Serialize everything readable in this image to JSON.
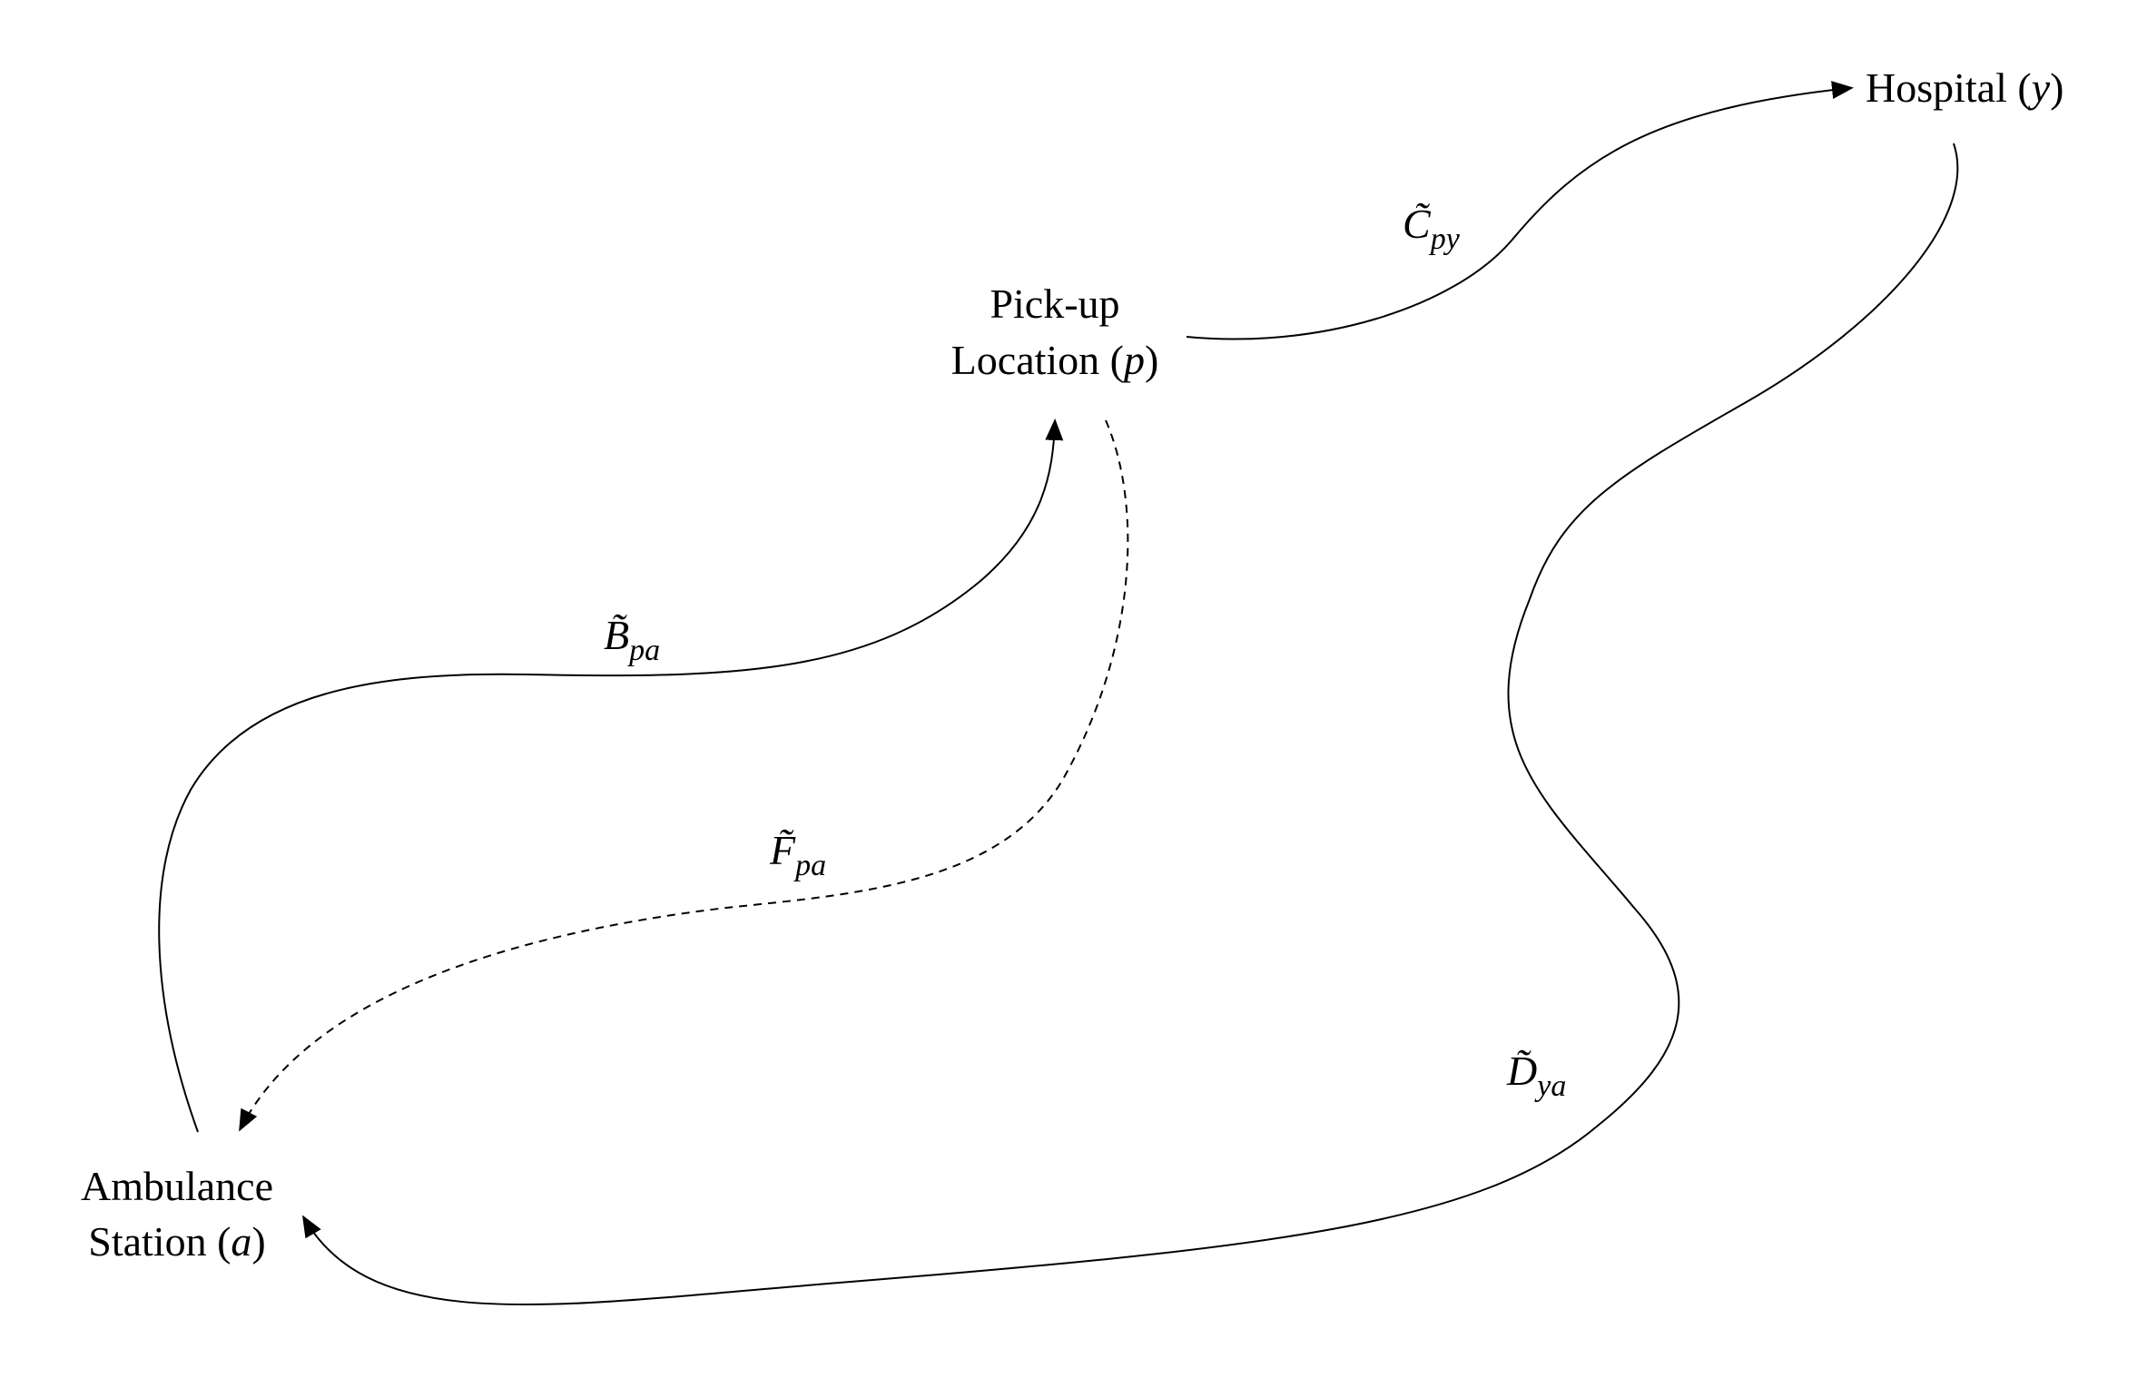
{
  "nodes": {
    "hospital": {
      "name": "Hospital",
      "var": "y"
    },
    "pickup": {
      "line1": "Pick-up",
      "name": "Location",
      "var": "p"
    },
    "station": {
      "line1": "Ambulance",
      "name": "Station",
      "var": "a"
    }
  },
  "edges": {
    "b": {
      "symbol": "B̃",
      "subscript": "pa",
      "style": "solid"
    },
    "c": {
      "symbol": "C̃",
      "subscript": "py",
      "style": "solid"
    },
    "d": {
      "symbol": "D̃",
      "subscript": "ya",
      "style": "solid"
    },
    "f": {
      "symbol": "F̃",
      "subscript": "pa",
      "style": "dashed"
    }
  },
  "colors": {
    "stroke": "#000000",
    "background": "#ffffff"
  }
}
